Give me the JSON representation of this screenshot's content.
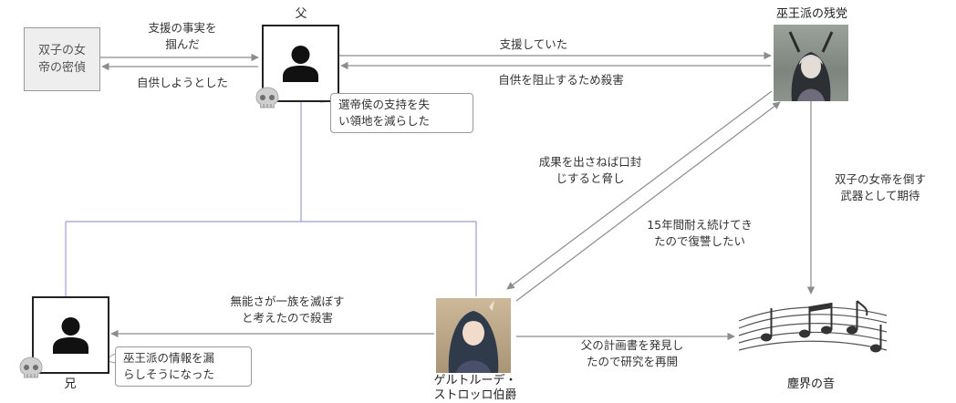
{
  "nodes": {
    "sister": {
      "label": "双子の女\n帝の密偵"
    },
    "father": {
      "label": "父",
      "note": "選帝侯の支持を失\nい領地を減らした"
    },
    "faction": {
      "label": "巫王派の残党"
    },
    "brother": {
      "label": "兄",
      "note": "巫王派の情報を漏\nらしそうになった"
    },
    "gertrude": {
      "label": "ゲルトルーデ・\nストロッロ伯爵"
    },
    "music": {
      "label": "塵界の音"
    }
  },
  "edges": {
    "sister_to_father": "支援の事実を\n掴んだ",
    "father_to_sister": "自供しようとした",
    "father_to_faction": "支援していた",
    "faction_to_father": "自供を阻止するため殺害",
    "faction_to_gertrude": "成果を出さねば口封\nじすると脅し",
    "gertrude_to_faction": "15年間耐え続けてき\nたので復讐したい",
    "faction_to_music": "双子の女帝を倒す\n武器として期待",
    "gertrude_to_brother": "無能さが一族を滅ぼす\nと考えたので殺害",
    "gertrude_to_music": "父の計画書を発見し\nたので研究を再開"
  },
  "icons": {
    "person": "person-silhouette-icon",
    "deceased": "skull-icon",
    "music": "music-notes-icon"
  },
  "colors": {
    "line": "#8c8c8c",
    "family_line": "#8888cc",
    "box_fill": "#eeeeee",
    "box_border": "#9a9a9a",
    "person_border": "#222222"
  }
}
